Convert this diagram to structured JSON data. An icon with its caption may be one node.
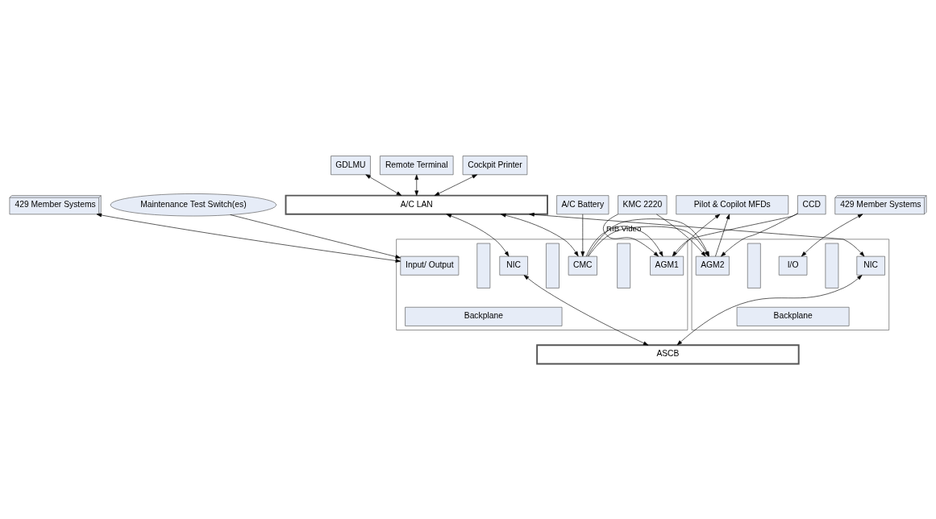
{
  "diagram": {
    "nodes": [
      {
        "text": [
          "A/C LAN"
        ]
      },
      {
        "text": [
          "GDLMU"
        ]
      },
      {
        "text": [
          "Remote Terminal"
        ]
      },
      {
        "text": [
          "Cockpit Printer"
        ]
      },
      {
        "text": [
          "429 Member Systems"
        ]
      },
      {
        "text": [
          "A/C Battery"
        ]
      },
      {
        "text": [
          "Pilot & Copilot MFDs"
        ]
      },
      {
        "text": [
          "429 Member Systems"
        ]
      },
      {
        "text": [
          "Maintenance Test Switch(es)"
        ]
      },
      {
        "text": [],
        "shape": "box"
      },
      {
        "text": [
          "NIC"
        ],
        "in": 9
      },
      {
        "text": [],
        "shape": "box",
        "in": 9
      },
      {
        "text": [
          "Input/ Output"
        ],
        "in": 9
      },
      {
        "text": [],
        "shape": "box",
        "in": 9
      },
      {
        "text": [
          "CMC"
        ],
        "in": 9
      },
      {
        "text": [],
        "shape": "box",
        "in": 9
      },
      {
        "text": [
          "AGM1"
        ],
        "in": 9
      },
      {
        "text": [
          "Backplane"
        ],
        "in": 9
      },
      {
        "text": [
          "CCD"
        ]
      },
      {
        "text": [
          "KMC 2220"
        ]
      },
      {
        "text": [],
        "shape": "box"
      },
      {
        "text": [
          "AGM2"
        ],
        "in": 20
      },
      {
        "text": [],
        "shape": "box",
        "in": 20
      },
      {
        "text": [
          "I/O"
        ],
        "in": 20
      },
      {
        "text": [],
        "shape": "box",
        "in": 20
      },
      {
        "text": [
          "NIC"
        ],
        "in": 20
      },
      {
        "text": [
          "Backplane"
        ],
        "in": 20
      },
      {
        "text": [
          "ASCB"
        ]
      }
    ],
    "edges": [
      {
        "from": 1,
        "to": 0,
        "arrow": "both"
      },
      {
        "from": 2,
        "to": 0,
        "arrow": "both"
      },
      {
        "from": 3,
        "to": 0,
        "arrow": "both"
      },
      {
        "from": 0,
        "to": 10,
        "arrow": "both"
      },
      {
        "from": 27,
        "to": 10,
        "arrow": "both"
      },
      {
        "from": 0,
        "to": 14,
        "arrow": "both"
      },
      {
        "from": 8,
        "to": 12,
        "arrow": "to"
      },
      {
        "from": 4,
        "to": 12,
        "arrow": "both"
      },
      {
        "from": 5,
        "to": 14,
        "arrow": "to"
      },
      {
        "from": 14,
        "to": 16,
        "arrow": "to",
        "label": "RIB Video"
      },
      {
        "from": 16,
        "to": 6,
        "arrow": "to"
      },
      {
        "from": 14,
        "to": 21,
        "arrow": "to"
      },
      {
        "from": 21,
        "to": 6,
        "arrow": "to"
      },
      {
        "from": 7,
        "to": 23,
        "arrow": "both"
      },
      {
        "from": 18,
        "to": 16,
        "arrow": "to"
      },
      {
        "from": 18,
        "to": 21,
        "arrow": "to"
      },
      {
        "from": 19,
        "to": 16,
        "arrow": "to"
      },
      {
        "from": 19,
        "to": 21,
        "arrow": "to"
      },
      {
        "from": 25,
        "to": 0,
        "arrow": "both"
      },
      {
        "from": 25,
        "to": 27,
        "arrow": "both"
      }
    ]
  }
}
